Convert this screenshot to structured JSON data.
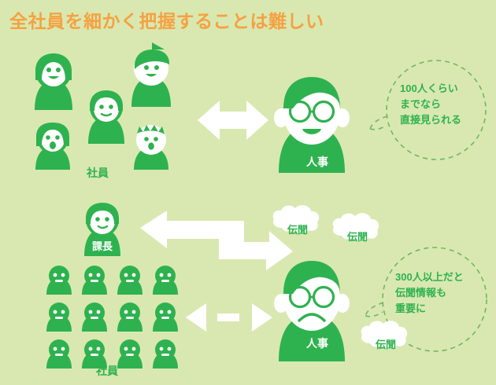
{
  "page": {
    "title": "全社員を細かく把握することは難しい",
    "background_color": "#d9e8b0",
    "title_color": "#f5a142",
    "figure_color": "#2eb24f",
    "arrow_color": "#ffffff",
    "cloud_color": "#ffffff"
  },
  "top_section": {
    "group_label": "社員",
    "hr_label": "人事",
    "arrow": "double-headed-solid-arrow",
    "bubble": {
      "lines": [
        "100人くらい",
        "までなら",
        "直接見られる"
      ]
    },
    "people_count": 5
  },
  "bottom_section": {
    "manager_label": "課長",
    "group_label": "社員",
    "hr_label": "人事",
    "arrow_upper": "double-headed-zigzag-arrow",
    "arrow_lower": "double-headed-dashed-arrow",
    "bubble": {
      "lines": [
        "300人以上だと",
        "伝聞情報も",
        "重要に"
      ]
    },
    "hearsay_clouds": [
      "伝聞",
      "伝聞",
      "伝聞"
    ],
    "people_count": 12
  }
}
